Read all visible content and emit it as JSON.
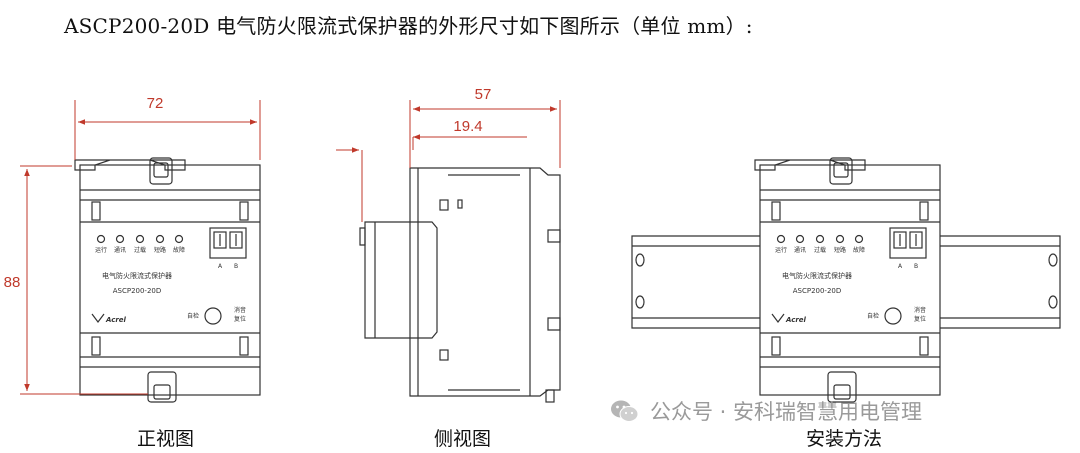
{
  "heading": "ASCP200-20D 电气防火限流式保护器的外形尺寸如下图所示（单位 mm）:",
  "views": {
    "front": {
      "caption": "正视图",
      "dim_width": "72",
      "dim_height": "88",
      "indicators": [
        "运行",
        "通讯",
        "过载",
        "短路",
        "故障"
      ],
      "product_name": "电气防火限流式保护器",
      "model": "ASCP200-20D",
      "terminal_a": "A",
      "terminal_b": "B",
      "self_test": "自检",
      "reset_line1": "消音",
      "reset_line2": "复位",
      "brand": "Acrel"
    },
    "side": {
      "caption": "侧视图",
      "dim_total": "57",
      "dim_front": "19.4"
    },
    "install": {
      "caption": "安装方法"
    }
  },
  "watermark": {
    "text": "公众号 · 安科瑞智慧用电管理",
    "icon": "wechat-icon"
  },
  "colors": {
    "dimension": "#c0392b",
    "outline": "#333333"
  }
}
